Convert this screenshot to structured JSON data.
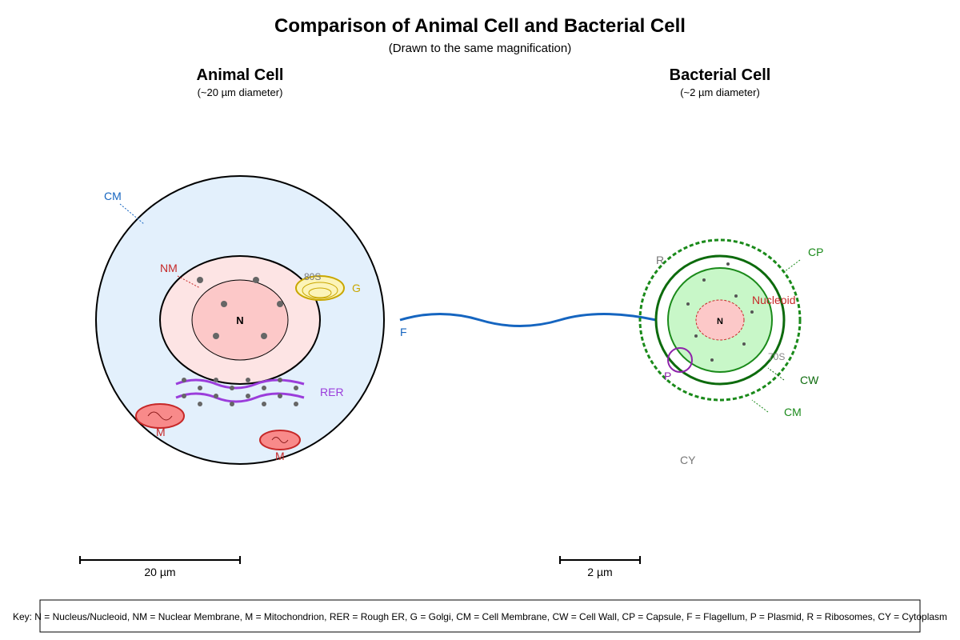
{
  "title": "Comparison of Animal Cell and Bacterial Cell",
  "subtitle": "(Drawn to the same magnification)",
  "animal": {
    "title": "Animal Cell",
    "subtitle": "(~20 µm diameter)",
    "labels": {
      "cm": "CM",
      "nm": "NM",
      "n": "N",
      "ribosome": "80S",
      "g": "G",
      "rer": "RER",
      "m1": "M",
      "m2": "M"
    },
    "scale_label": "20 µm"
  },
  "flagellum_label": "F",
  "bacterial": {
    "title": "Bacterial Cell",
    "subtitle": "(~2 µm diameter)",
    "labels": {
      "r": "R",
      "cp": "CP",
      "nucleoid": "Nucleoid",
      "n": "N",
      "ribosome": "70S",
      "p": "P",
      "cw": "CW",
      "cm": "CM",
      "cy": "CY"
    },
    "scale_label": "2 µm"
  },
  "key": "Key: N = Nucleus/Nucleoid, NM = Nuclear Membrane, M = Mitochondrion, RER = Rough ER, G = Golgi, CM = Cell Membrane, CW = Cell Wall, CP = Capsule, F = Flagellum, P = Plasmid, R = Ribosomes, CY = Cytoplasm",
  "colors": {
    "animal_cytoplasm": "#e3f0fc",
    "nucleus": "#fde4e4",
    "nucleolus": "#fcc8c8",
    "mitochondrion": "#f88a8a",
    "golgi": "#fcf4b8",
    "rer": "#9b3ddb",
    "flagellum": "#1565c0",
    "capsule": "#1a8a1a",
    "bacterial_cytoplasm": "#c8f7c8",
    "plasmid": "#8e24aa"
  }
}
